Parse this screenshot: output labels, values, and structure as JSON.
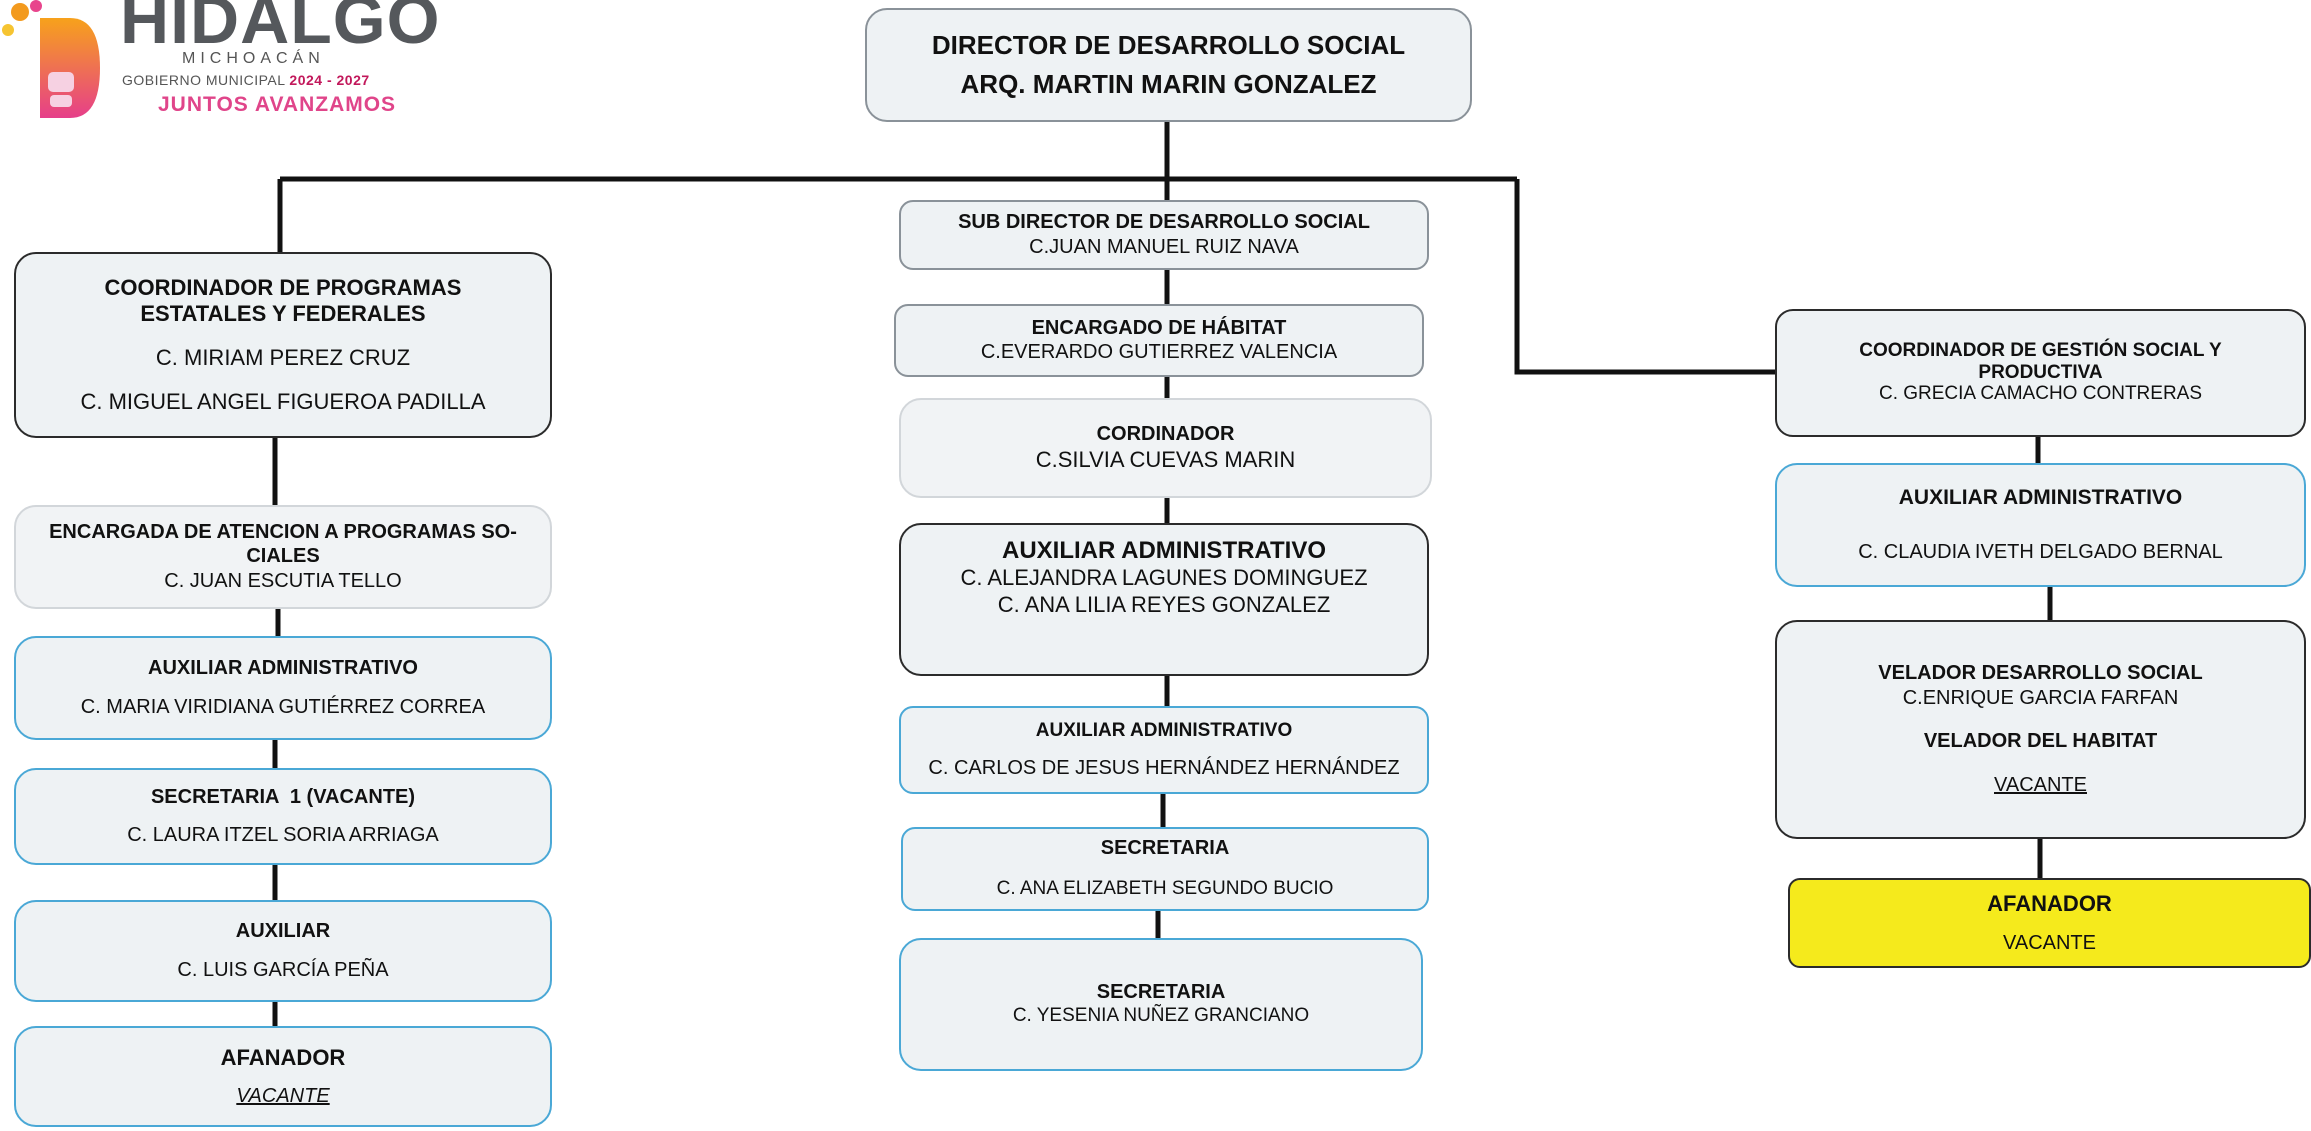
{
  "logo": {
    "name": "HIDALGO",
    "state": "MICHOACÁN",
    "government": "GOBIERNO MUNICIPAL",
    "period": "2024 - 2027",
    "slogan": "JUNTOS AVANZAMOS"
  },
  "director": {
    "title": "DIRECTOR DE DESARROLLO SOCIAL",
    "name": "ARQ. MARTIN MARIN GONZALEZ"
  },
  "left": {
    "coord": {
      "title": "COORDINADOR DE PROGRAMAS ESTATALES Y FEDERALES",
      "names": [
        "C. MIRIAM PEREZ CRUZ",
        "C. MIGUEL ANGEL FIGUEROA PADILLA"
      ]
    },
    "encargada": {
      "title": "ENCARGADA DE ATENCION A PROGRAMAS SO-CIALES",
      "name": "C. JUAN ESCUTIA TELLO"
    },
    "aux": {
      "title": "AUXILIAR ADMINISTRATIVO",
      "name": "C. MARIA VIRIDIANA GUTIÉRREZ CORREA"
    },
    "sec": {
      "title": "SECRETARIA  1 (VACANTE)",
      "name": "C. LAURA ITZEL SORIA ARRIAGA"
    },
    "auxiliar": {
      "title": "AUXILIAR",
      "name": "C. LUIS GARCÍA PEÑA"
    },
    "afanador": {
      "title": "AFANADOR",
      "name": "VACANTE"
    }
  },
  "center": {
    "sub": {
      "title": "SUB DIRECTOR DE DESARROLLO SOCIAL",
      "name": "C.JUAN MANUEL RUIZ NAVA"
    },
    "habitat": {
      "title": "ENCARGADO DE HÁBITAT",
      "name": "C.EVERARDO GUTIERREZ VALENCIA"
    },
    "cord": {
      "title": "CORDINADOR",
      "name": "C.SILVIA CUEVAS MARIN"
    },
    "aux1": {
      "title": "AUXILIAR ADMINISTRATIVO",
      "names": [
        "C. ALEJANDRA LAGUNES DOMINGUEZ",
        "C. ANA LILIA REYES GONZALEZ"
      ]
    },
    "aux2": {
      "title": "AUXILIAR ADMINISTRATIVO",
      "name": "C. CARLOS DE JESUS HERNÁNDEZ HERNÁNDEZ"
    },
    "sec1": {
      "title": "SECRETARIA",
      "name": "C. ANA ELIZABETH SEGUNDO BUCIO"
    },
    "sec2": {
      "title": "SECRETARIA",
      "name": "C. YESENIA NUÑEZ GRANCIANO"
    }
  },
  "right": {
    "coord": {
      "title": "COORDINADOR DE GESTIÓN SOCIAL Y PRODUCTIVA",
      "name": "C. GRECIA CAMACHO CONTRERAS"
    },
    "aux": {
      "title": "AUXILIAR ADMINISTRATIVO",
      "name": "C. CLAUDIA IVETH DELGADO BERNAL"
    },
    "velador1": {
      "title": "VELADOR DESARROLLO SOCIAL",
      "name": "C.ENRIQUE GARCIA FARFAN"
    },
    "velador2": {
      "title": "VELADOR DEL HABITAT",
      "name": "VACANTE"
    },
    "afanador": {
      "title": "AFANADOR",
      "name": "VACANTE"
    }
  },
  "colors": {
    "line": "#111111",
    "box_fill": "#eef2f4",
    "blue_border": "#4aa8d6",
    "yellow": "#f5ea1c",
    "brand_pink": "#e0458a"
  }
}
